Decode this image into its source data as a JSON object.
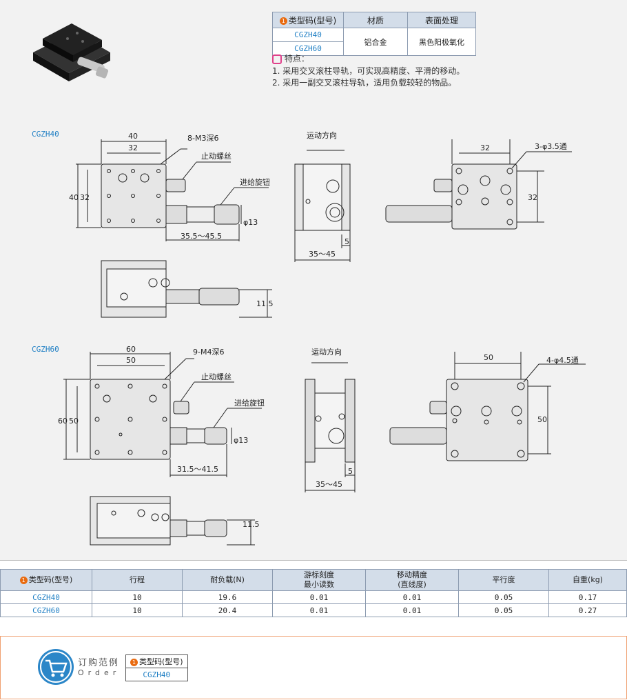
{
  "spec_table": {
    "headers": [
      "类型码(型号)",
      "材质",
      "表面处理"
    ],
    "header_marker": "1",
    "models": [
      "CGZH40",
      "CGZH60"
    ],
    "material": "铝合金",
    "surface": "黑色阳极氧化"
  },
  "features": {
    "title": "特点：",
    "items": [
      "1.  采用交叉滚柱导轨，可实现高精度、平滑的移动。",
      "2.  采用一副交叉滚柱导轨，适用负载较轻的物品。"
    ]
  },
  "drawing40": {
    "section_title": "CGZH40",
    "dim_40": "40",
    "dim_32_top": "32",
    "dim_40_left": "40",
    "dim_32_left": "32",
    "holes_label": "8-M3深6",
    "stop_screw": "止动螺丝",
    "feed_knob": "进给旋钮",
    "phi13": "φ13",
    "travel": "35.5～45.5",
    "motion_dir": "运动方向",
    "dim_5": "5",
    "dim_35_45": "35～45",
    "dim_32_right": "32",
    "thru_holes": "3-φ3.5通",
    "dim_32_side": "32",
    "dim_11_5": "11.5"
  },
  "drawing60": {
    "section_title": "CGZH60",
    "dim_60": "60",
    "dim_50_top": "50",
    "dim_60_left": "60",
    "dim_50_left": "50",
    "holes_label": "9-M4深6",
    "stop_screw": "止动螺丝",
    "feed_knob": "进给旋钮",
    "phi13": "φ13",
    "travel": "31.5～41.5",
    "motion_dir": "运动方向",
    "dim_5": "5",
    "dim_35_45": "35～45",
    "dim_50_right": "50",
    "thru_holes": "4-φ4.5通",
    "dim_50_side": "50",
    "dim_11_5": "11.5"
  },
  "perf_table": {
    "headers": [
      "类型码(型号)",
      "行程",
      "耐负载(N)",
      "游标刻度",
      "移动精度",
      "平行度",
      "自重(kg)"
    ],
    "header_sub": [
      "",
      "",
      "",
      "最小读数",
      "(直线度)",
      "",
      ""
    ],
    "rows": [
      [
        "CGZH40",
        "10",
        "19.6",
        "0.01",
        "0.01",
        "0.05",
        "0.17"
      ],
      [
        "CGZH60",
        "10",
        "20.4",
        "0.01",
        "0.01",
        "0.05",
        "0.27"
      ]
    ]
  },
  "order": {
    "title": "订购范例",
    "subtitle": "Order",
    "header": "类型码(型号)",
    "value": "CGZH40"
  },
  "colors": {
    "accent": "#1f7fc4",
    "marker": "#e96b10",
    "header_bg": "#d3dde9"
  }
}
